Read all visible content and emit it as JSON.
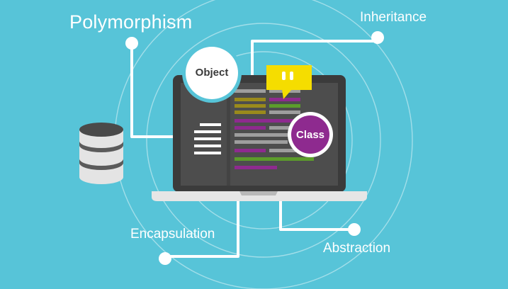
{
  "labels": {
    "polymorphism": "Polymorphism",
    "inheritance": "Inheritance",
    "encapsulation": "Encapsulation",
    "abstraction": "Abstraction"
  },
  "bubbles": {
    "object": "Object",
    "class": "Class"
  },
  "quote_glyph": "“",
  "colors": {
    "background": "#57c4d8",
    "laptop_bezel": "#3b3b3b",
    "screen": "#4d4d4d",
    "laptop_base": "#e6e6e6",
    "accent_yellow": "#f5dd00",
    "accent_purple": "#8e2a8f",
    "accent_green": "#5c9c2b",
    "accent_olive": "#9a8a1c",
    "line_white": "#ffffff"
  },
  "icons": [
    "database-icon",
    "document-lines-icon",
    "quote-icon",
    "laptop-icon"
  ]
}
